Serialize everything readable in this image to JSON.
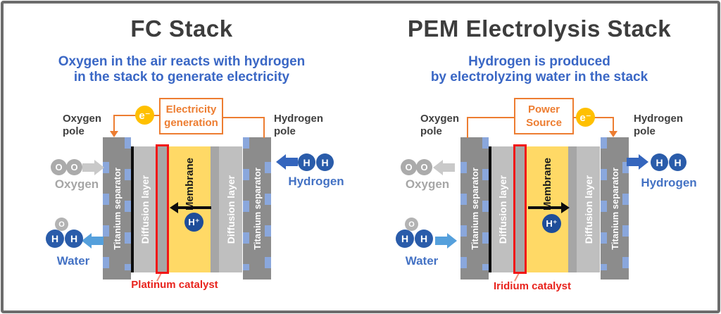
{
  "colors": {
    "frame_border": "#6c6c6c",
    "title_gray": "#3d3d3d",
    "subtitle_blue": "#3a67c5",
    "accent_orange": "#ED7D31",
    "electron_yellow": "#FFC000",
    "separator_gray": "#8c8c8c",
    "separator_channel_blue": "#8aa7dc",
    "diffusion_gray": "#bfbfbf",
    "catalyst_gray": "#a6a6a6",
    "catalyst_outline_red": "#f11616",
    "catalyst_label_red": "#e8231d",
    "membrane_yellow": "#ffd966",
    "proton_blue": "#1e4d99",
    "molecule_blue": "#2a5caa",
    "oxygen_gray": "#ababab",
    "water_arrow_blue": "#55a0dc",
    "hydrogen_arrow_blue": "#3465bd",
    "blue_label": "#4472c4"
  },
  "panels": {
    "fc": {
      "title": "FC Stack",
      "subtitle_line1": "Oxygen in the air reacts with hydrogen",
      "subtitle_line2": "in the stack to generate electricity",
      "box_line1": "Electricity",
      "box_line2": "generation",
      "electron_label": "e⁻",
      "left_pole_line1": "Oxygen",
      "left_pole_line2": "pole",
      "right_pole_line1": "Hydrogen",
      "right_pole_line2": "pole",
      "layers": {
        "separator": "Titanium separator",
        "diffusion": "Diffusion layer",
        "membrane": "Membrane"
      },
      "proton_label": "H⁺",
      "catalyst_label": "Platinum catalyst",
      "molecules": {
        "oxygen": {
          "atoms": [
            "O",
            "O"
          ],
          "label": "Oxygen"
        },
        "water": {
          "atoms": [
            "O",
            "H",
            "H"
          ],
          "label": "Water"
        },
        "hydrogen": {
          "atoms": [
            "H",
            "H"
          ],
          "label": "Hydrogen"
        }
      }
    },
    "pem": {
      "title": "PEM Electrolysis Stack",
      "subtitle_line1": "Hydrogen is produced",
      "subtitle_line2": "by electrolyzing water in the stack",
      "box_line1": "Power",
      "box_line2": "Source",
      "electron_label": "e⁻",
      "left_pole_line1": "Oxygen",
      "left_pole_line2": "pole",
      "right_pole_line1": "Hydrogen",
      "right_pole_line2": "pole",
      "layers": {
        "separator": "Titanium separator",
        "diffusion": "Diffusion layer",
        "membrane": "Membrane"
      },
      "proton_label": "H⁺",
      "catalyst_label": "Iridium catalyst",
      "molecules": {
        "oxygen": {
          "atoms": [
            "O",
            "O"
          ],
          "label": "Oxygen"
        },
        "water": {
          "atoms": [
            "O",
            "H",
            "H"
          ],
          "label": "Water"
        },
        "hydrogen": {
          "atoms": [
            "H",
            "H"
          ],
          "label": "Hydrogen"
        }
      }
    }
  }
}
